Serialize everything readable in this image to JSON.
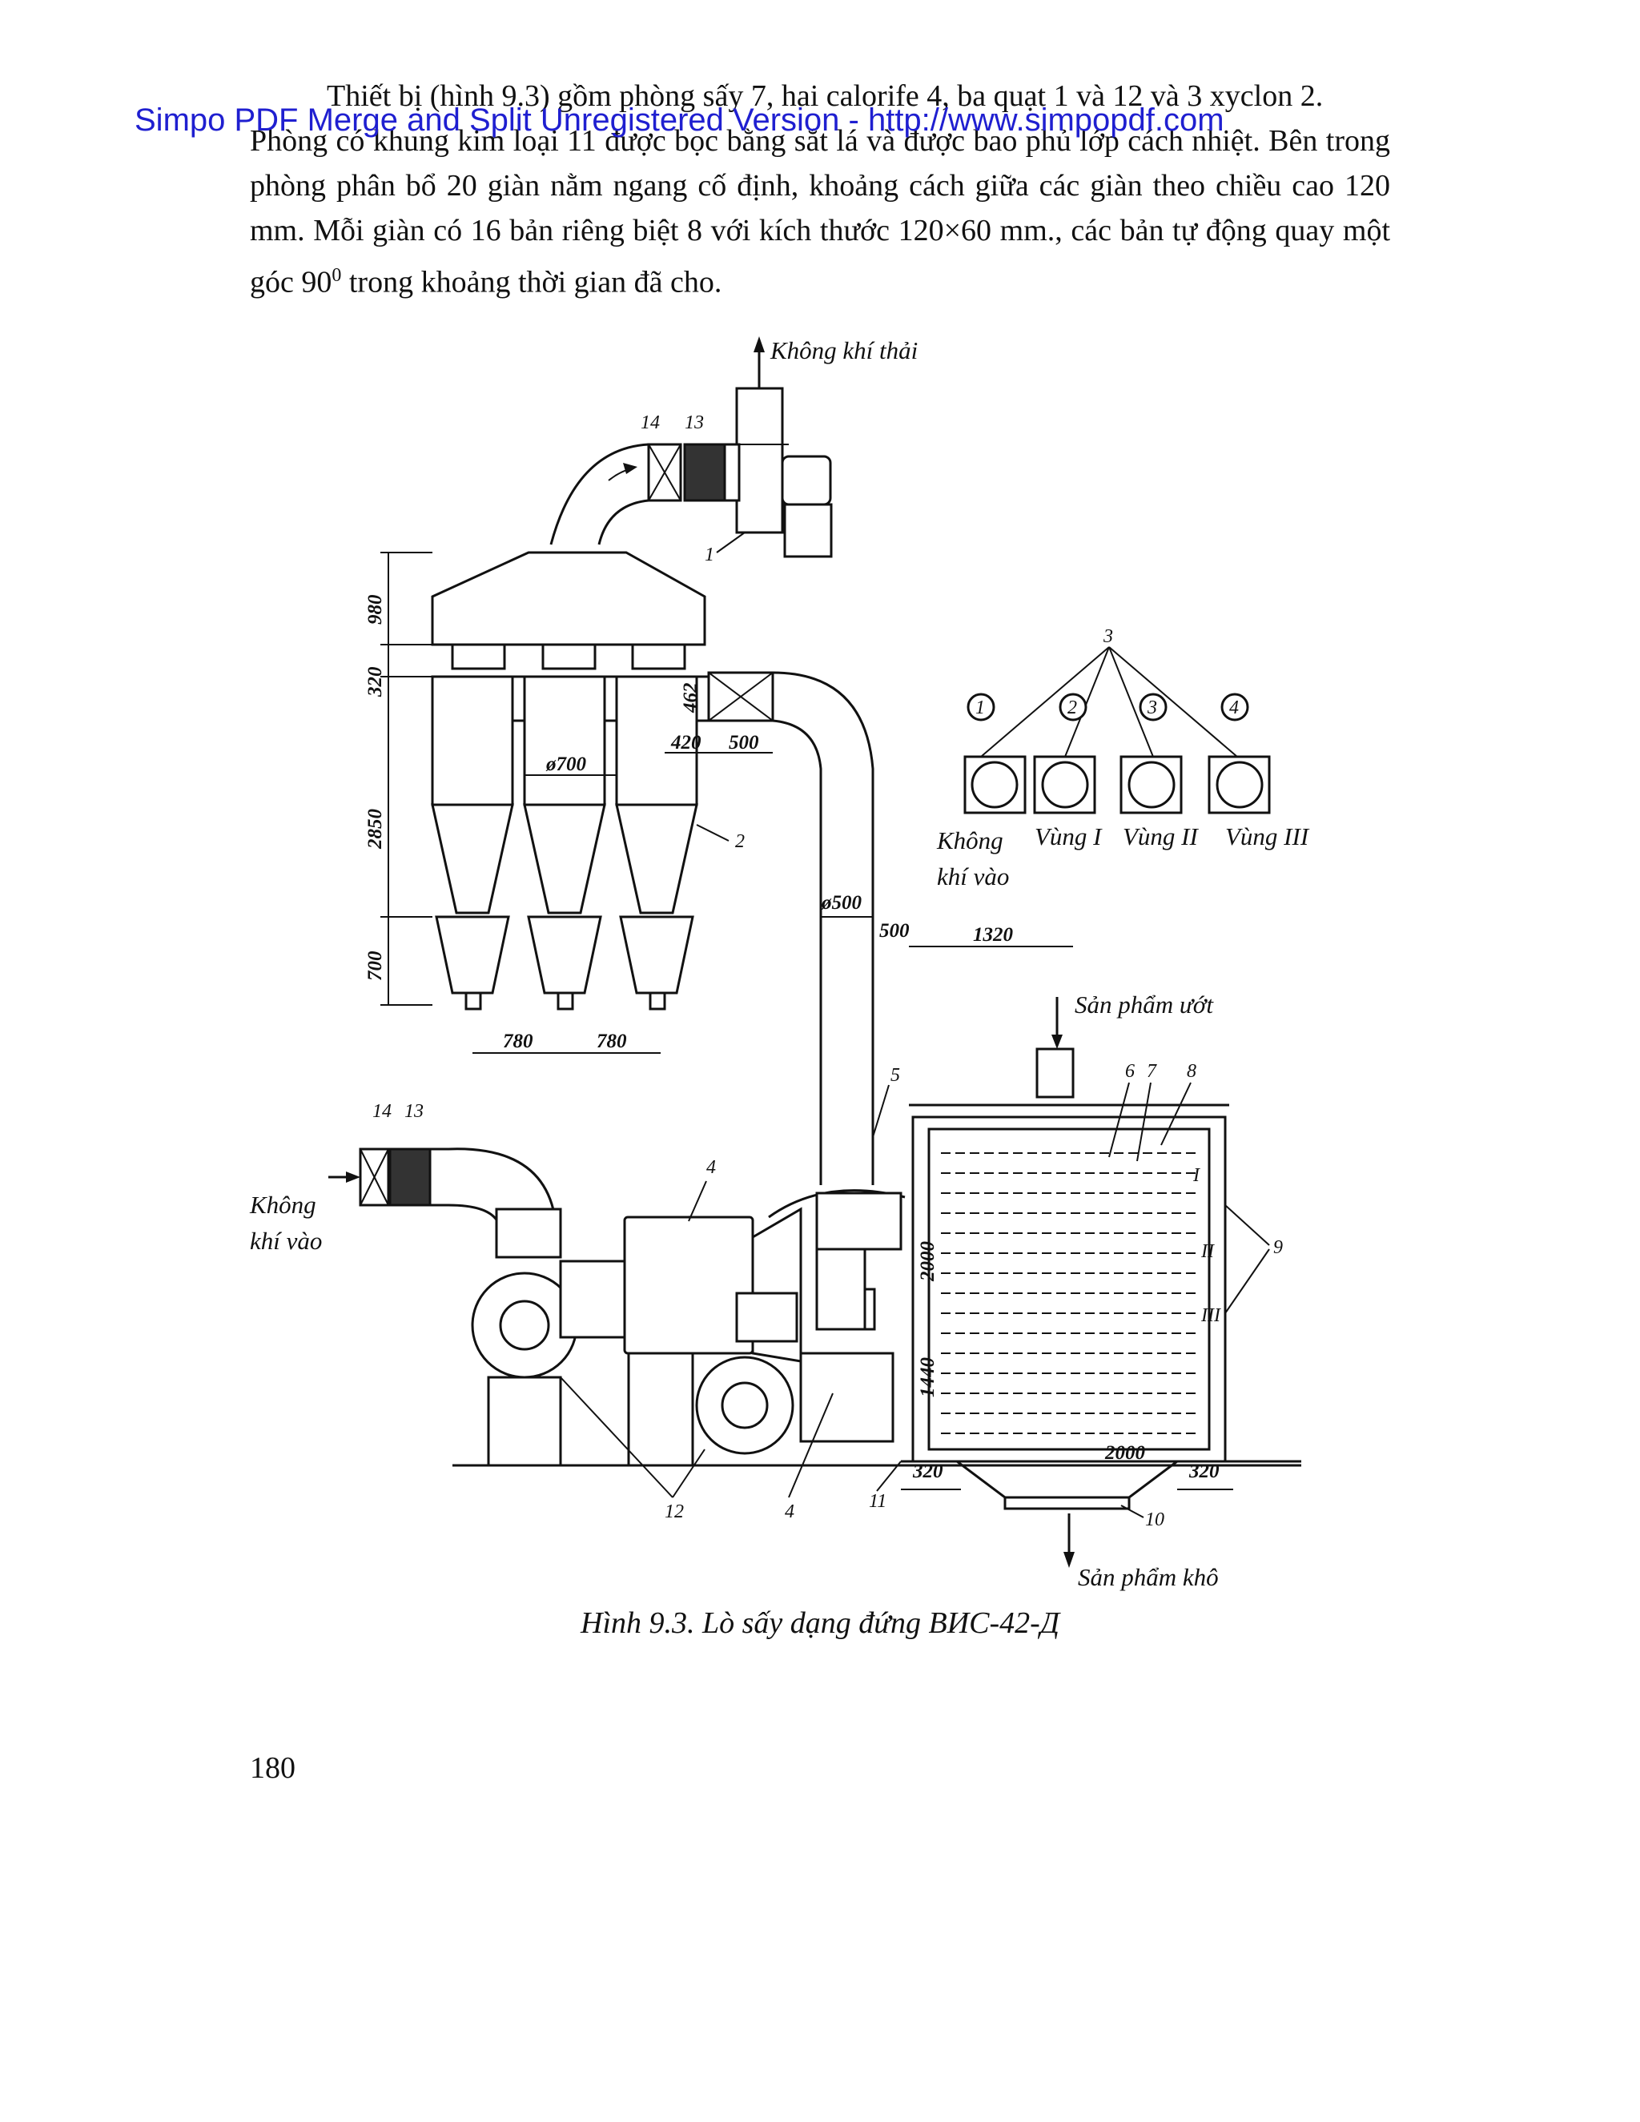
{
  "watermark": "Simpo PDF Merge and Split Unregistered Version - http://www.simpopdf.com",
  "paragraph": {
    "line1": "Thiết bị (hình 9.3) gồm phòng sấy 7, hai calorife 4, ba quạt 1 và 12 và 3 xyclon 2.",
    "line2": "Phòng có khung kim loại 11 được bọc bằng sắt lá và được bao phủ lớp cách nhiệt. Bên trong phòng phân bổ 20 giàn nằm ngang cố định, khoảng cách giữa các giàn theo chiều cao 120 mm. Mỗi giàn có 16 bản riêng biệt 8 với kích thước 120×60 mm., các bản tự động quay một góc 90",
    "sup": "0",
    "line2_end": " trong khoảng thời gian đã cho."
  },
  "figure": {
    "labels": {
      "exhaust_air": "Không khí thải",
      "wet_product": "Sản phẩm ướt",
      "dry_product": "Sản phẩm khô",
      "air_in_left_1": "Không",
      "air_in_left_2": "khí vào",
      "air_in_fan_1": "Không",
      "air_in_fan_2": "khí vào",
      "zone1": "Vùng I",
      "zone2": "Vùng II",
      "zone3": "Vùng III"
    },
    "dimensions": {
      "d980": "980",
      "d320": "320",
      "d2850": "2850",
      "d700": "700",
      "d462": "462",
      "d420": "420",
      "d500a": "500",
      "dia700": "ø700",
      "dia500": "ø500",
      "d500b": "500",
      "d1320": "1320",
      "d780a": "780",
      "d780b": "780",
      "d2000v": "2000",
      "d1440": "1440",
      "d320l": "320",
      "d2000h": "2000",
      "d320r": "320"
    },
    "part_numbers": {
      "n14a": "14",
      "n13a": "13",
      "n1": "1",
      "n2": "2",
      "n3": "3",
      "c1": "1",
      "c2": "2",
      "c3": "3",
      "c4": "4",
      "n14b": "14",
      "n13b": "13",
      "n4a": "4",
      "n5": "5",
      "n6": "6",
      "n7": "7",
      "n8": "8",
      "n9": "9",
      "n12": "12",
      "n4b": "4",
      "n11": "11",
      "n10": "10",
      "z1": "I",
      "z2": "II",
      "z3": "III"
    }
  },
  "caption": "Hình 9.3. Lò sấy dạng đứng ВИС-42-Д",
  "page_number": "180"
}
